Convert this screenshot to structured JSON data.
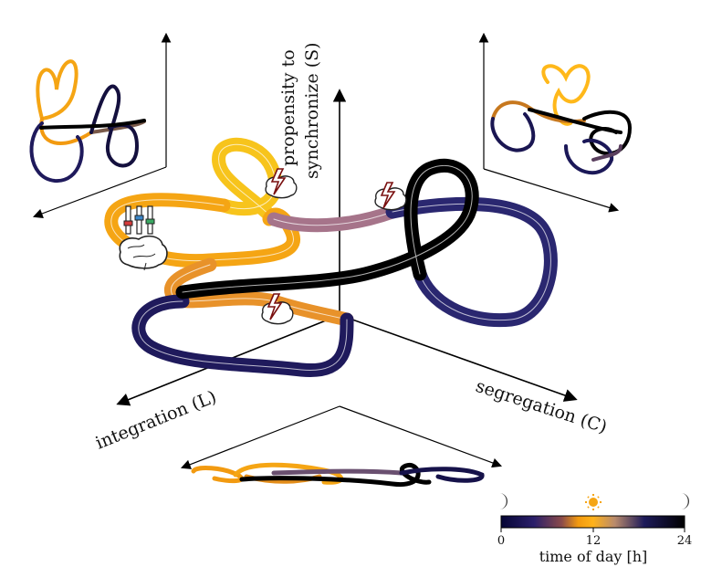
{
  "axes": {
    "z_label": "propensity to synchronize (S)",
    "z_label_line1": "propensity to",
    "z_label_line2": "synchronize (S)",
    "x_label": "integration (L)",
    "y_label": "segregation (C)"
  },
  "colorbar": {
    "title": "time of day [h]",
    "ticks": [
      "0",
      "12",
      "24"
    ],
    "stops": [
      "#0a0a3a",
      "#2a1e6e",
      "#6b3f6a",
      "#c9781f",
      "#f5a514",
      "#ffc21a",
      "#8a7090",
      "#1d1a5a",
      "#000000"
    ],
    "icons": [
      "moon-icon",
      "sun-icon",
      "moon-icon"
    ]
  },
  "icons": [
    "brain-icon",
    "lightning-icon",
    "equalizer-icon"
  ],
  "colors": {
    "night": "#0d0d40",
    "morning": "#f29a10",
    "noon": "#f7c41c",
    "evening": "#7d5f86",
    "midnight": "#000000"
  }
}
